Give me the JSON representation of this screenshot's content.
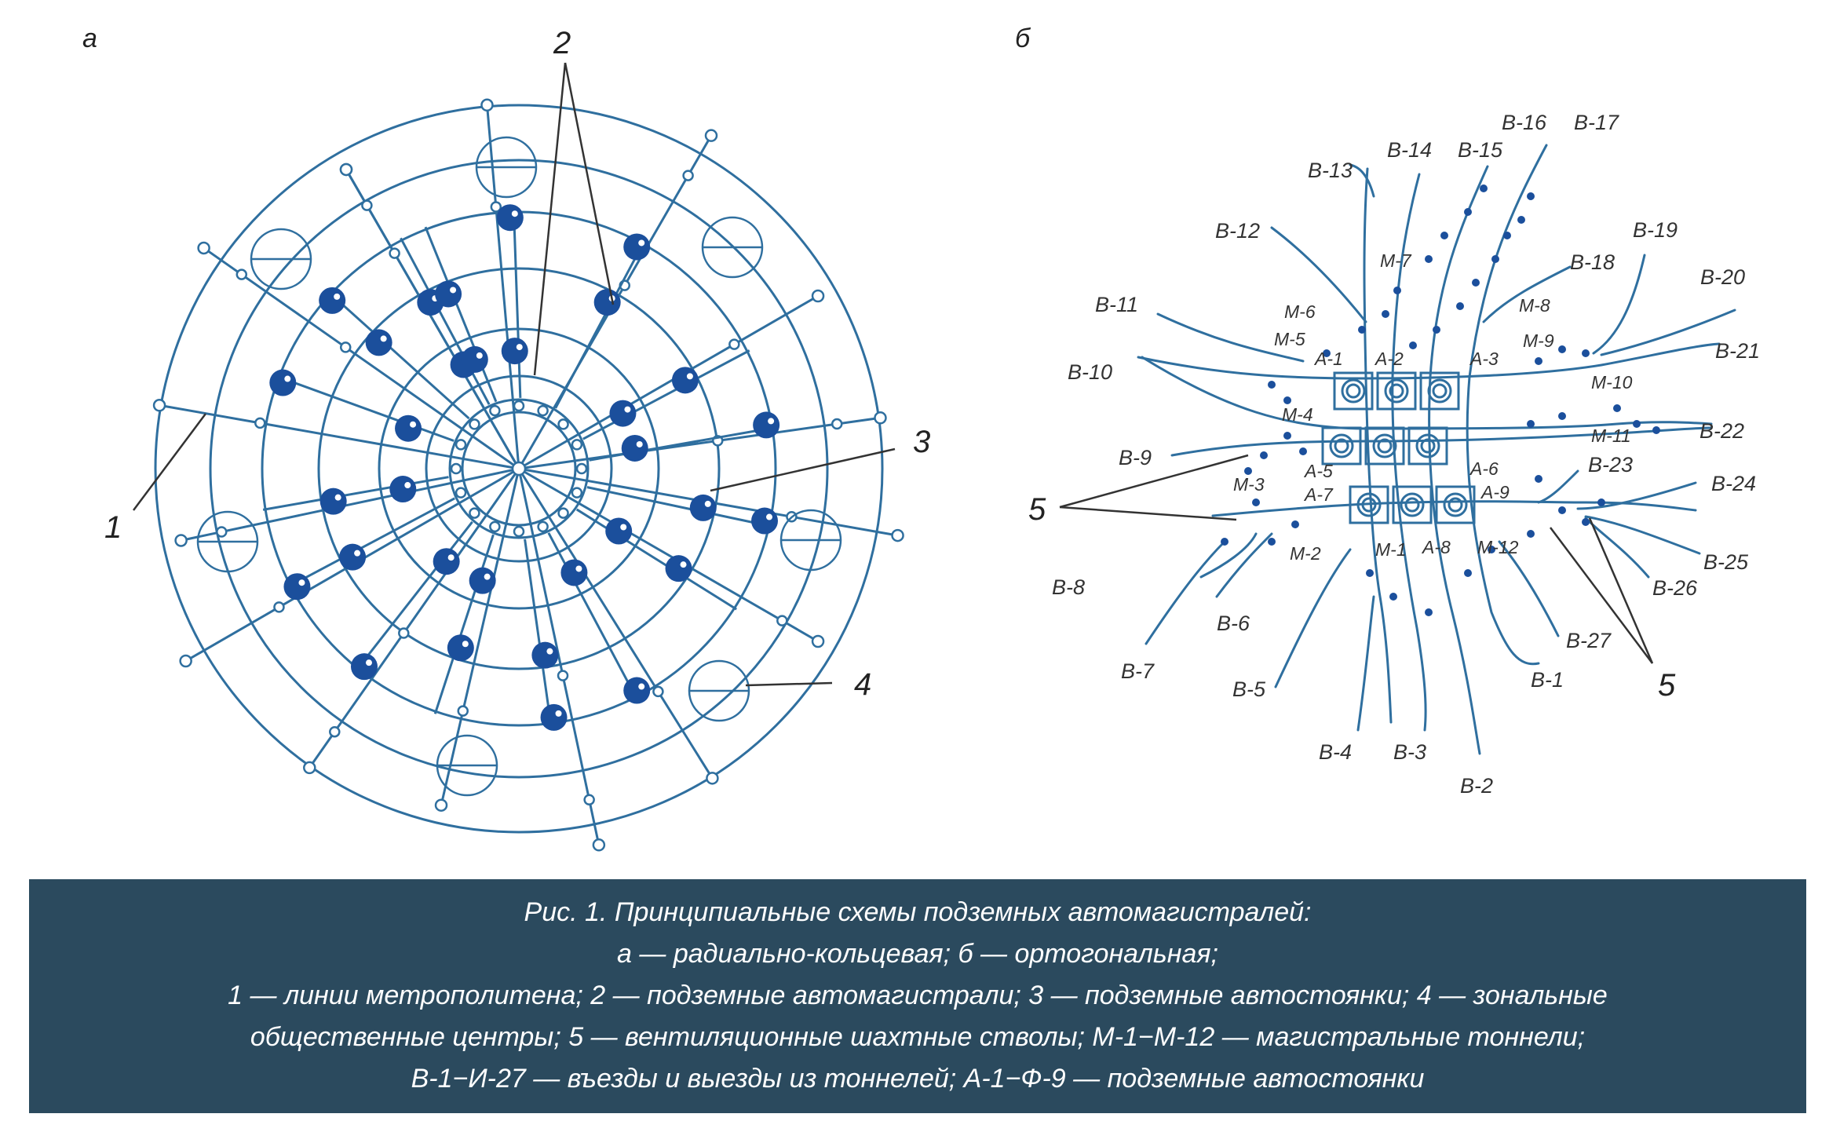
{
  "panel_a": {
    "panel_label": "а",
    "callouts": {
      "c1": "1",
      "c2": "2",
      "c3": "3",
      "c4": "4"
    }
  },
  "panel_b": {
    "panel_label": "б",
    "callout_5_left": "5",
    "callout_5_right": "5",
    "exits": [
      "В-1",
      "В-2",
      "В-3",
      "В-4",
      "В-5",
      "В-6",
      "В-7",
      "В-8",
      "В-9",
      "В-10",
      "В-11",
      "В-12",
      "В-13",
      "В-14",
      "В-15",
      "В-16",
      "В-17",
      "В-18",
      "В-19",
      "В-20",
      "В-21",
      "В-22",
      "В-23",
      "В-24",
      "В-25",
      "В-26",
      "В-27"
    ],
    "tunnels": [
      "М-1",
      "М-2",
      "М-3",
      "М-4",
      "М-5",
      "М-6",
      "М-7",
      "М-8",
      "М-9",
      "М-10",
      "М-11",
      "М-12"
    ],
    "parkings": [
      "А-1",
      "А-2",
      "А-3",
      "А-5",
      "А-6",
      "А-7",
      "А-8",
      "А-9"
    ]
  },
  "caption": {
    "line1": "Рис. 1. Принципиальные схемы подземных автомагистралей:",
    "line2": "а — радиально-кольцевая; б — ортогональная;",
    "line3": "1 — линии метрополитена; 2 — подземные автомагистрали; 3 — подземные автостоянки; 4 — зональные",
    "line4": "общественные центры; 5 — вентиляционные шахтные стволы; М-1−М-12 — магистральные тоннели;",
    "line5": "В-1−И-27 — въезды и выезды из тоннелей; А-1−Ф-9 — подземные автостоянки"
  },
  "colors": {
    "line": "#2f6f9f",
    "node": "#1b4f9c",
    "caption_bg": "#2b4a5e",
    "caption_text": "#ffffff"
  }
}
